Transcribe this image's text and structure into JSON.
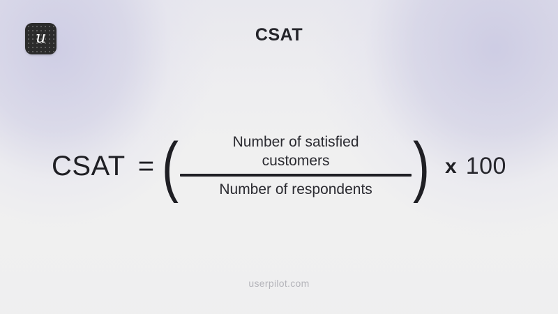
{
  "slide": {
    "background_color": "#f0f0f0",
    "accent_tint_color": "#d2d1e6"
  },
  "logo": {
    "name": "userpilot-logo",
    "glyph": "u",
    "background_color": "#2b2b2b",
    "glyph_color": "#ffffff"
  },
  "header": {
    "title": "CSAT"
  },
  "formula": {
    "metric_label": "CSAT",
    "equals_sign": "=",
    "paren_open": "(",
    "paren_close": ")",
    "numerator": "Number of satisfied\ncustomers",
    "numerator_line_1": "Number of satisfied",
    "numerator_line_2": "customers",
    "denominator": "Number of respondents",
    "multiply_sign": "x",
    "multiplier": "100",
    "text_color": "#1f1f24"
  },
  "footer": {
    "source": "userpilot.com",
    "color": "#b4b4ba"
  }
}
